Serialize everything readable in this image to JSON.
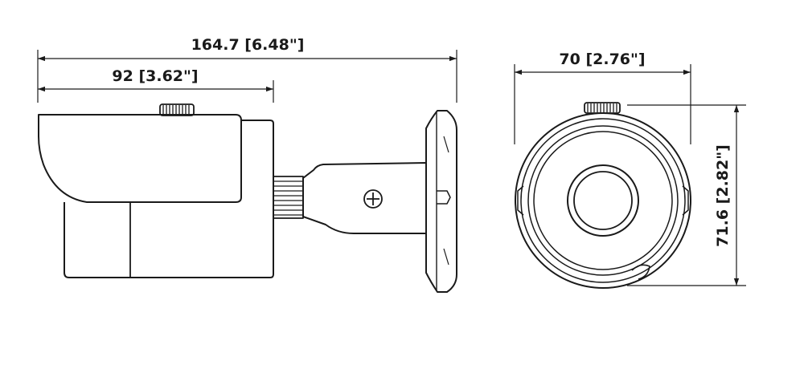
{
  "dimensions": {
    "overall_length": "164.7 [6.48\"]",
    "body_length": "92 [3.62\"]",
    "front_width": "70 [2.76\"]",
    "front_height": "71.6 [2.82\"]"
  },
  "colors": {
    "line": "#1a1a1a",
    "background": "#ffffff"
  }
}
